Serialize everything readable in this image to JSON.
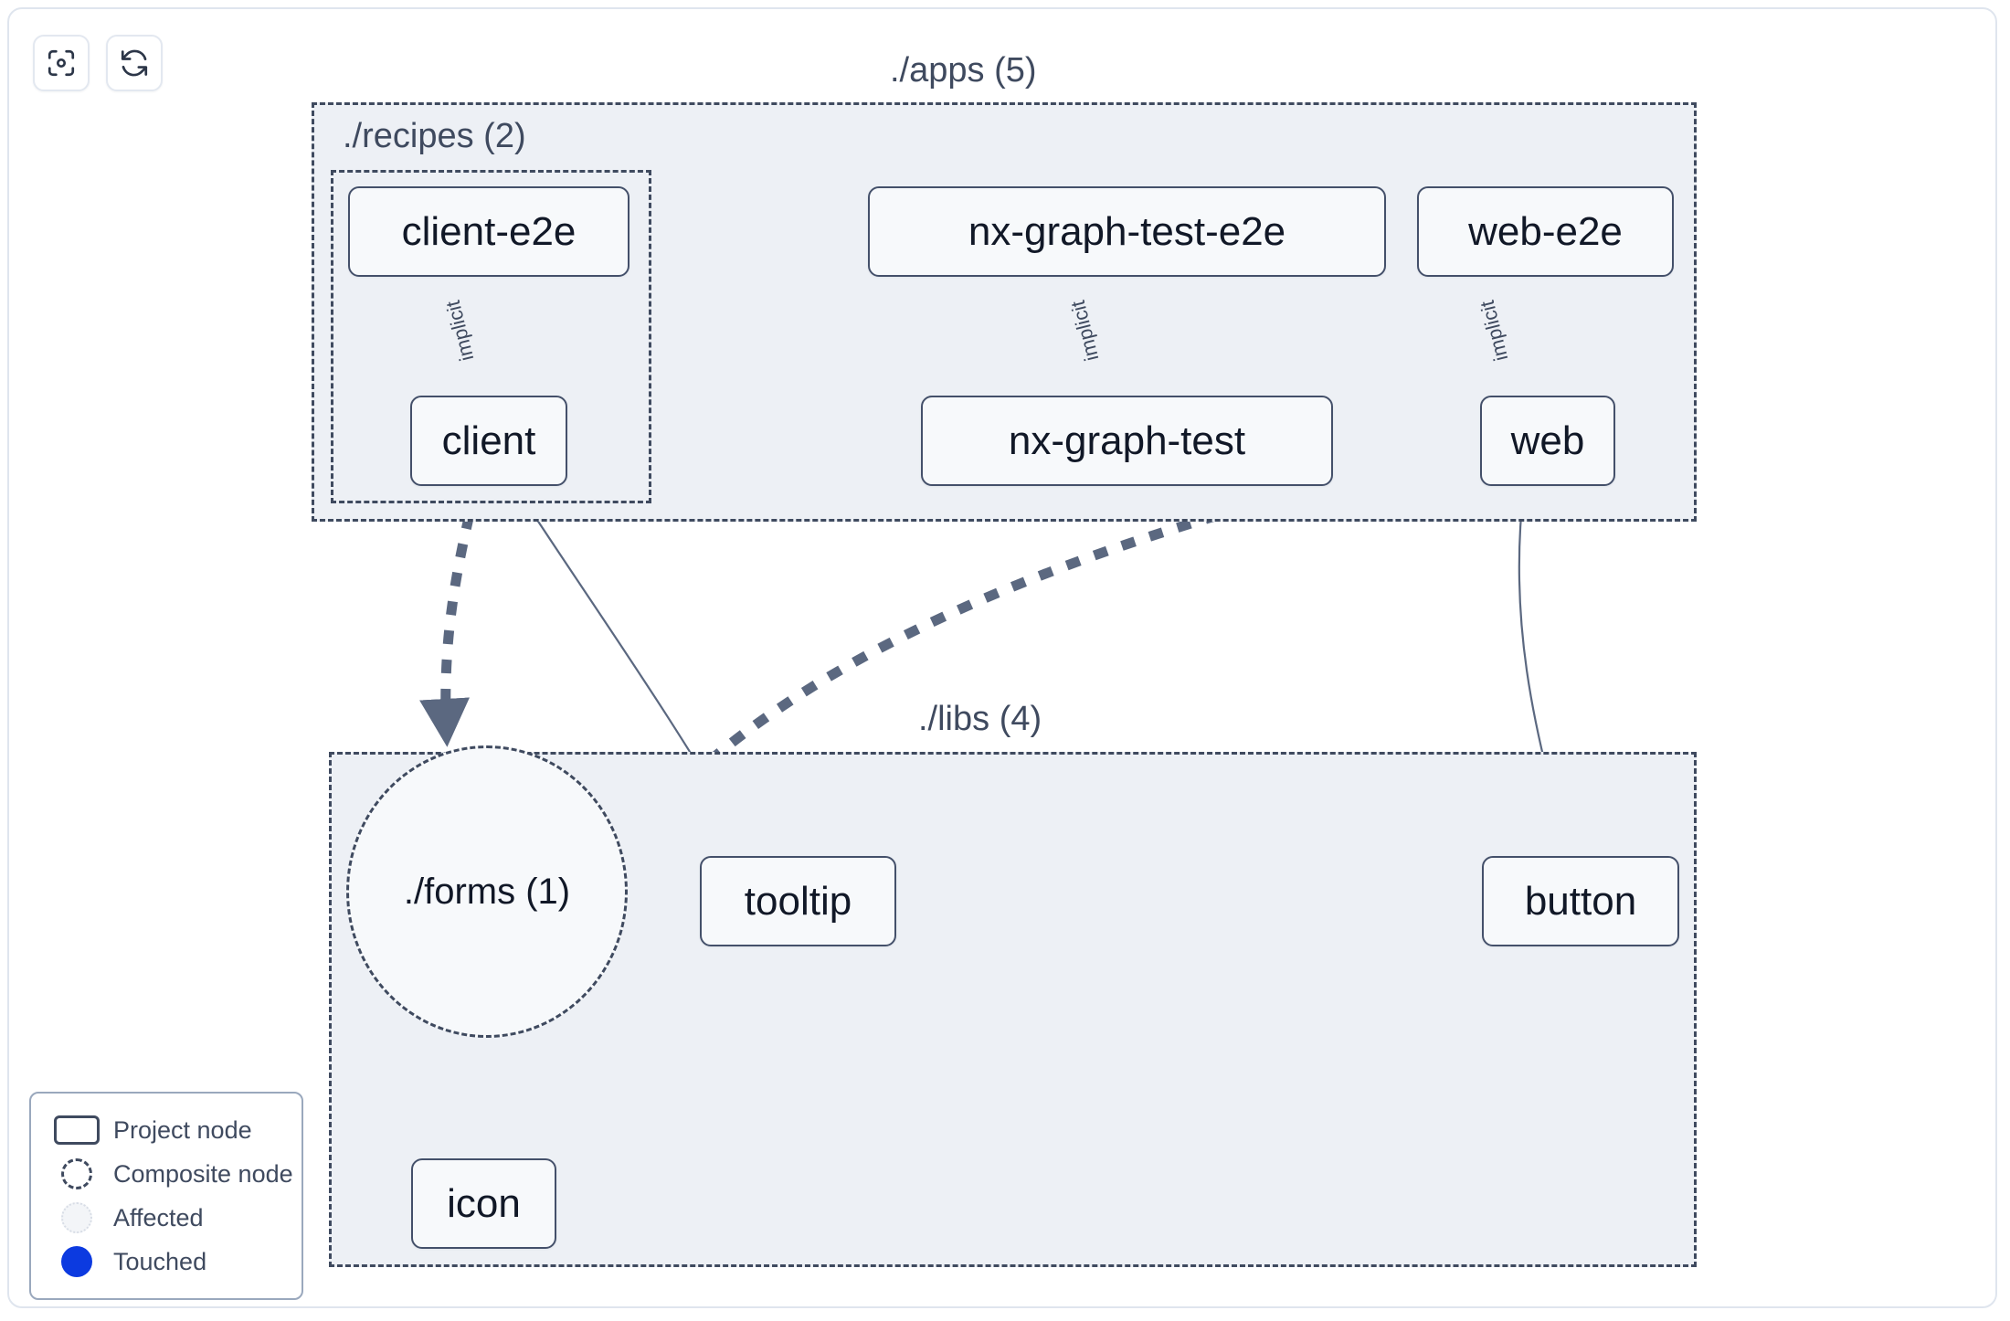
{
  "toolbar": {
    "buttons": [
      {
        "name": "focus-graph-button",
        "icon": "focus-target-icon",
        "label": ""
      },
      {
        "name": "refresh-graph-button",
        "icon": "refresh-icon",
        "label": ""
      }
    ]
  },
  "graph": {
    "groups": [
      {
        "id": "apps",
        "label": "./apps (5)",
        "count": 5
      },
      {
        "id": "recipes",
        "label": "./recipes (2)",
        "count": 2
      },
      {
        "id": "libs",
        "label": "./libs (4)",
        "count": 4
      }
    ],
    "nodes": [
      {
        "id": "client-e2e",
        "label": "client-e2e",
        "type": "project",
        "group": "recipes"
      },
      {
        "id": "client",
        "label": "client",
        "type": "project",
        "group": "recipes"
      },
      {
        "id": "nx-graph-test-e2e",
        "label": "nx-graph-test-e2e",
        "type": "project",
        "group": "apps"
      },
      {
        "id": "nx-graph-test",
        "label": "nx-graph-test",
        "type": "project",
        "group": "apps"
      },
      {
        "id": "web-e2e",
        "label": "web-e2e",
        "type": "project",
        "group": "apps"
      },
      {
        "id": "web",
        "label": "web",
        "type": "project",
        "group": "apps"
      },
      {
        "id": "forms",
        "label": "./forms (1)",
        "type": "composite",
        "group": "libs"
      },
      {
        "id": "tooltip",
        "label": "tooltip",
        "type": "project",
        "group": "libs"
      },
      {
        "id": "button",
        "label": "button",
        "type": "project",
        "group": "libs"
      },
      {
        "id": "icon",
        "label": "icon",
        "type": "project",
        "group": "libs"
      }
    ],
    "edges": [
      {
        "from": "client-e2e",
        "to": "client",
        "label": "implicit",
        "style": "solid"
      },
      {
        "from": "nx-graph-test-e2e",
        "to": "nx-graph-test",
        "label": "implicit",
        "style": "solid"
      },
      {
        "from": "web-e2e",
        "to": "web",
        "label": "implicit",
        "style": "solid"
      },
      {
        "from": "client",
        "to": "forms",
        "label": "",
        "style": "dashed"
      },
      {
        "from": "client",
        "to": "tooltip",
        "label": "",
        "style": "solid"
      },
      {
        "from": "web",
        "to": "forms",
        "label": "",
        "style": "dashed"
      },
      {
        "from": "web",
        "to": "button",
        "label": "",
        "style": "solid"
      },
      {
        "from": "forms",
        "to": "icon",
        "label": "",
        "style": "dashed"
      }
    ]
  },
  "legend": {
    "items": [
      {
        "key": "project",
        "label": "Project node"
      },
      {
        "key": "composite",
        "label": "Composite node"
      },
      {
        "key": "affected",
        "label": "Affected"
      },
      {
        "key": "touched",
        "label": "Touched"
      }
    ]
  },
  "colors": {
    "group_fill": "#edf0f5",
    "group_border": "#3f4a5f",
    "node_fill": "#f7f9fb",
    "node_border": "#44506a",
    "node_text": "#111827",
    "edge": "#5b6880",
    "touched": "#0c3ae0",
    "canvas": "#ffffff"
  }
}
